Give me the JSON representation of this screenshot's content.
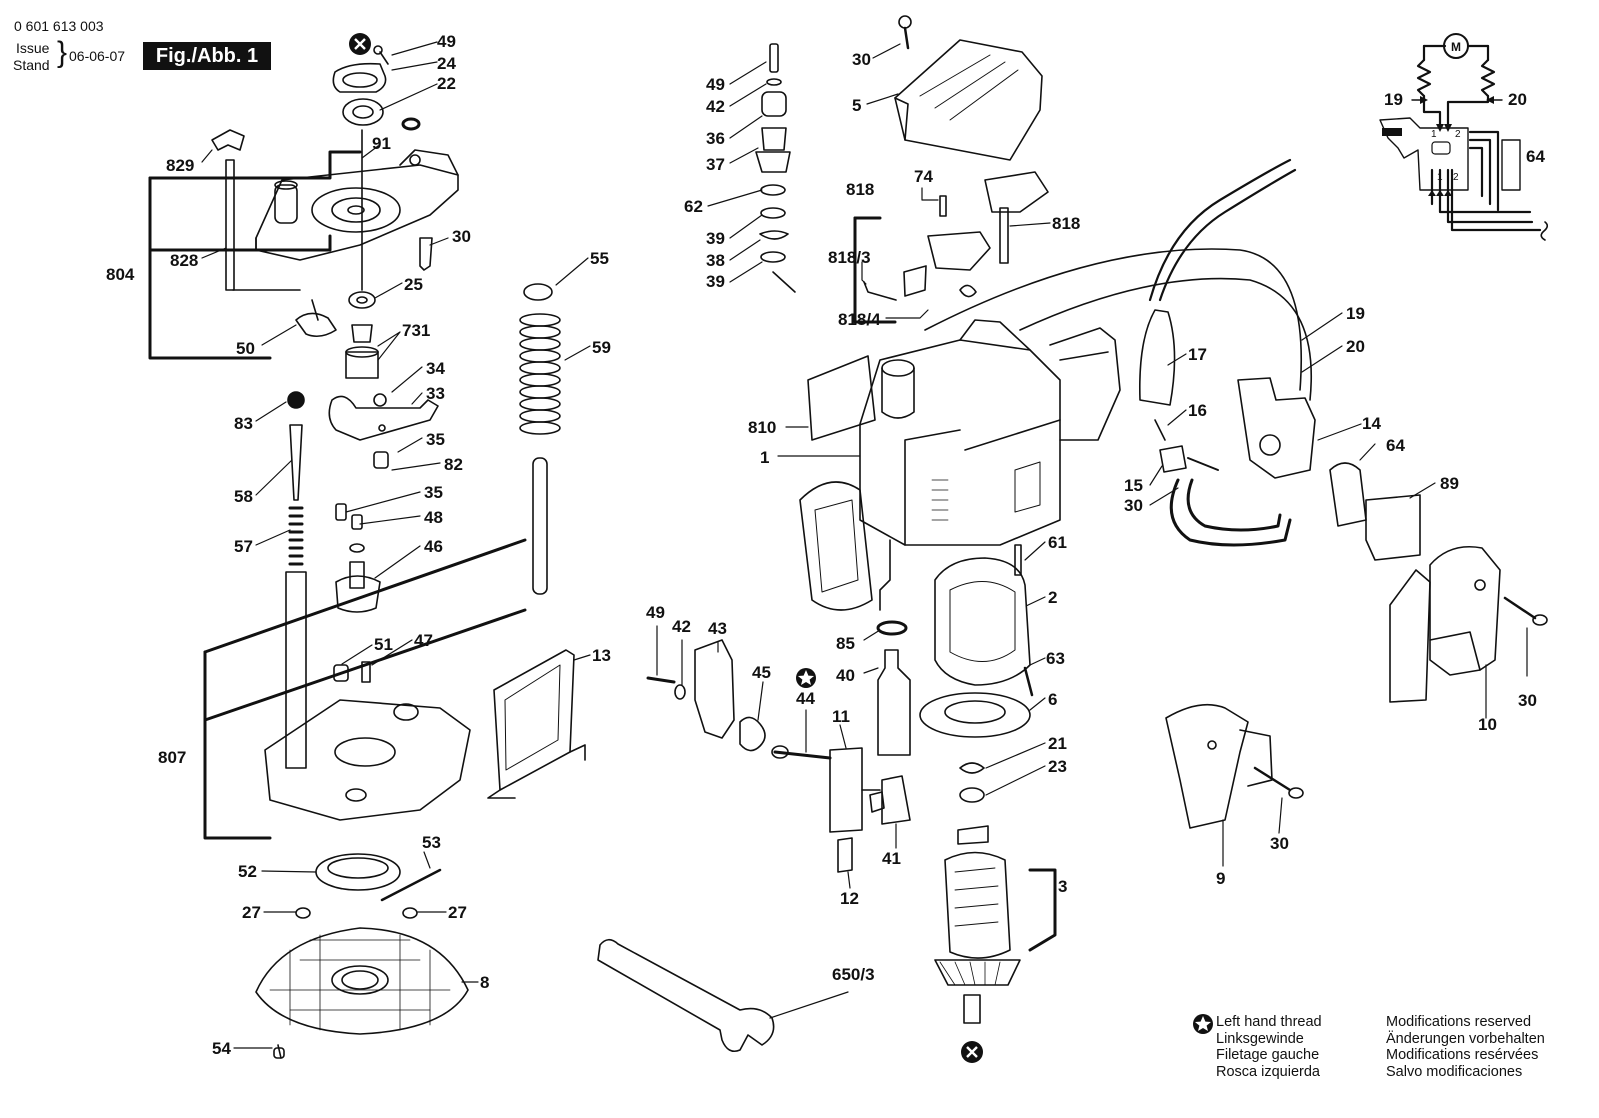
{
  "header": {
    "doc_number": "0 601 613 003",
    "issue_label": "Issue",
    "stand_label": "Stand",
    "date": "06-06-07",
    "figure": "Fig./Abb. 1"
  },
  "labels": {
    "p49a": "49",
    "p24": "24",
    "p22": "22",
    "p91": "91",
    "p829": "829",
    "p30a": "30",
    "p828": "828",
    "p804": "804",
    "p25": "25",
    "p731": "731",
    "p50": "50",
    "p34": "34",
    "p33": "33",
    "p83": "83",
    "p35a": "35",
    "p82": "82",
    "p58": "58",
    "p35b": "35",
    "p48": "48",
    "p57": "57",
    "p46": "46",
    "p55": "55",
    "p59": "59",
    "p51": "51",
    "p47": "47",
    "p13": "13",
    "p807": "807",
    "p53": "53",
    "p52": "52",
    "p27a": "27",
    "p27b": "27",
    "p8": "8",
    "p54": "54",
    "p49b": "49",
    "p42a": "42",
    "p36": "36",
    "p37": "37",
    "p62": "62",
    "p39a": "39",
    "p38": "38",
    "p39b": "39",
    "p30b": "30",
    "p5": "5",
    "p818a": "818",
    "p74": "74",
    "p818b": "818",
    "p818_3": "818/3",
    "p818_4": "818/4",
    "p810": "810",
    "p1": "1",
    "p17": "17",
    "p16": "16",
    "p15": "15",
    "p30c": "30",
    "p61": "61",
    "p2": "2",
    "p63": "63",
    "p6": "6",
    "p85": "85",
    "p40": "40",
    "p21": "21",
    "p23": "23",
    "p41": "41",
    "p11": "11",
    "p12": "12",
    "p3": "3",
    "p650_3": "650/3",
    "p49c": "49",
    "p42b": "42",
    "p43": "43",
    "p45": "45",
    "p44": "44",
    "p19a": "19",
    "p20a": "20",
    "p14": "14",
    "p64a": "64",
    "p89": "89",
    "p30d": "30",
    "p10": "10",
    "p30e": "30",
    "p9": "9",
    "p19b": "19",
    "p20b": "20",
    "p64b": "64"
  },
  "schematic": {
    "motor_symbol": "M",
    "switch_top_left": "1",
    "switch_top_right": "2",
    "switch_bottom_left": "1",
    "switch_bottom_right": "2"
  },
  "legend": {
    "left_hand_thread": [
      "Left hand thread",
      "Linksgewinde",
      "Filetage gauche",
      "Rosca izquierda"
    ],
    "modifications": [
      "Modifications reserved",
      "Änderungen vorbehalten",
      "Modifications resérvées",
      "Salvo modificaciones"
    ]
  },
  "icons": [
    "x-marker-icon",
    "left-hand-thread-star-icon",
    "motor-symbol-icon",
    "resistor-icon",
    "switch-icon"
  ]
}
